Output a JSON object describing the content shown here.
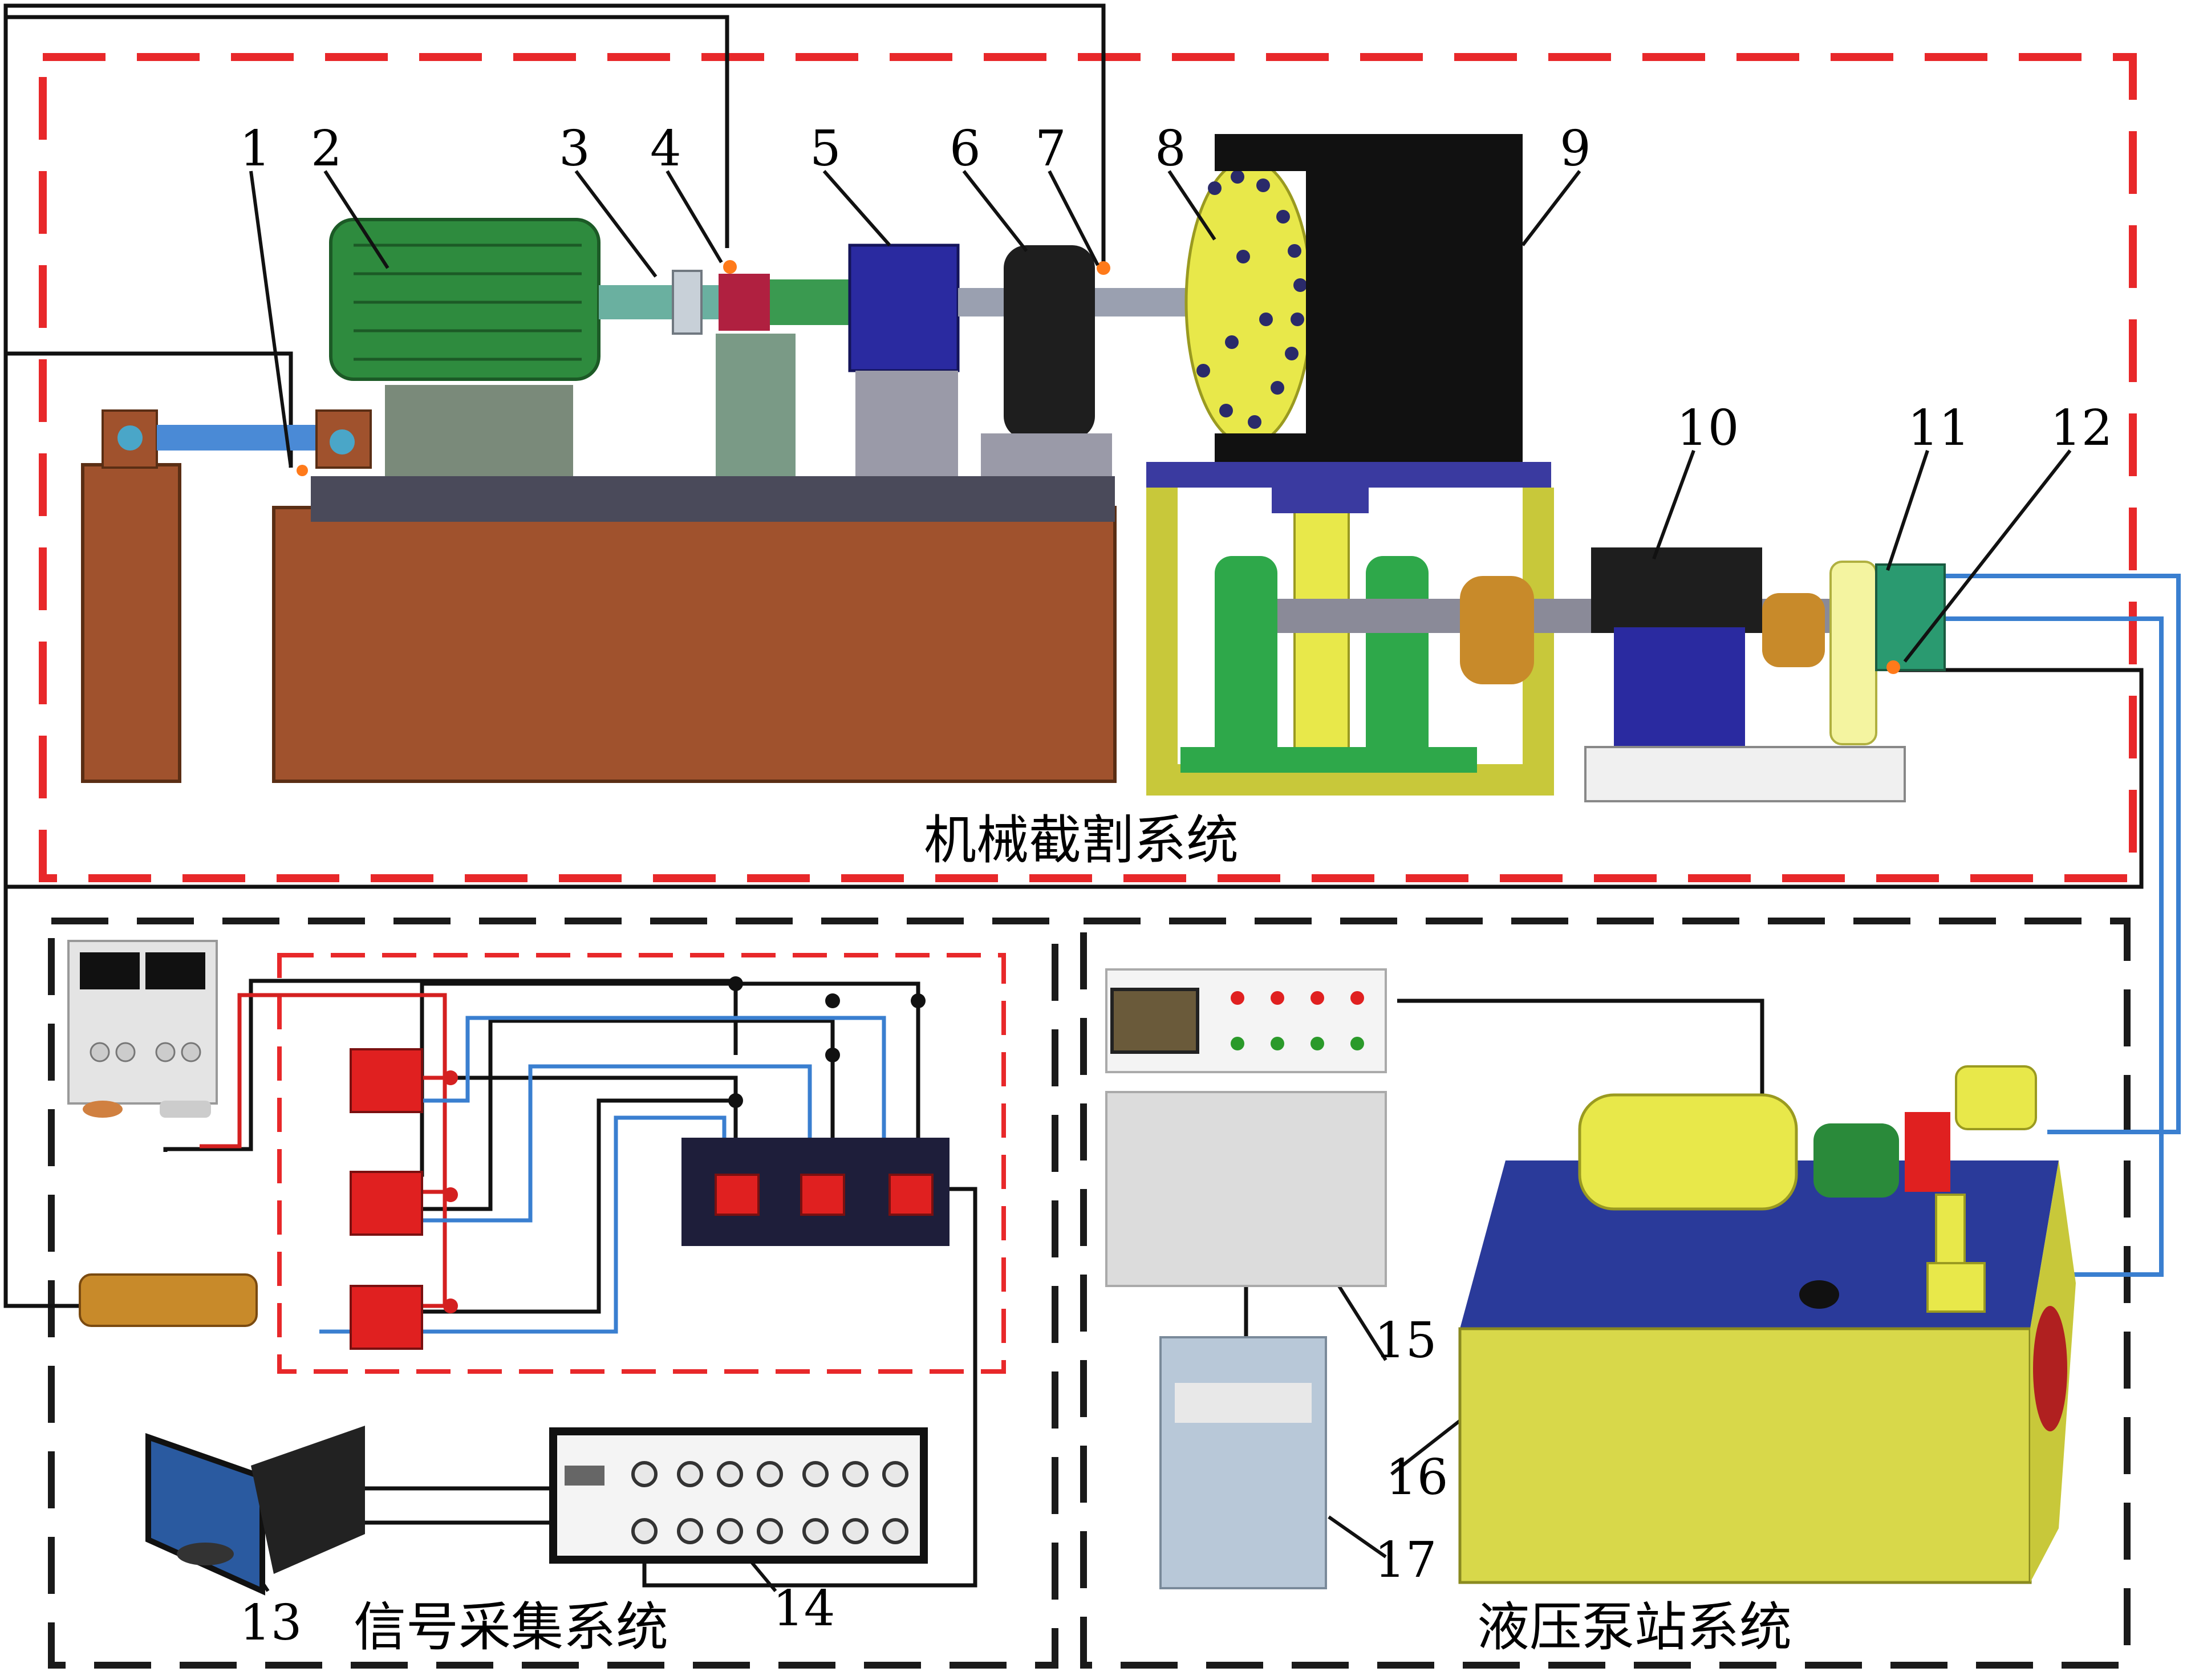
{
  "labels": [
    "1",
    "2",
    "3",
    "4",
    "5",
    "6",
    "7",
    "8",
    "9",
    "10",
    "11",
    "12",
    "13",
    "14",
    "15",
    "16",
    "17"
  ],
  "systems": {
    "mechanical": "机械截割系统",
    "signal": "信号采集系统",
    "hydraulic": "液压泵站系统"
  },
  "colors": {
    "frame_red": "#e8282a",
    "frame_black": "#1a1a1a",
    "motor_green": "#2e8b3e",
    "bed_brown": "#a0522d",
    "gearbox_blue": "#2a2aa0",
    "drum_yellow": "#e8e84a",
    "tank_yellow": "#d8d84a",
    "tank_top_blue": "#2a3a9a",
    "sensor_red": "#e02020",
    "hose_blue": "#3a7fd0"
  }
}
